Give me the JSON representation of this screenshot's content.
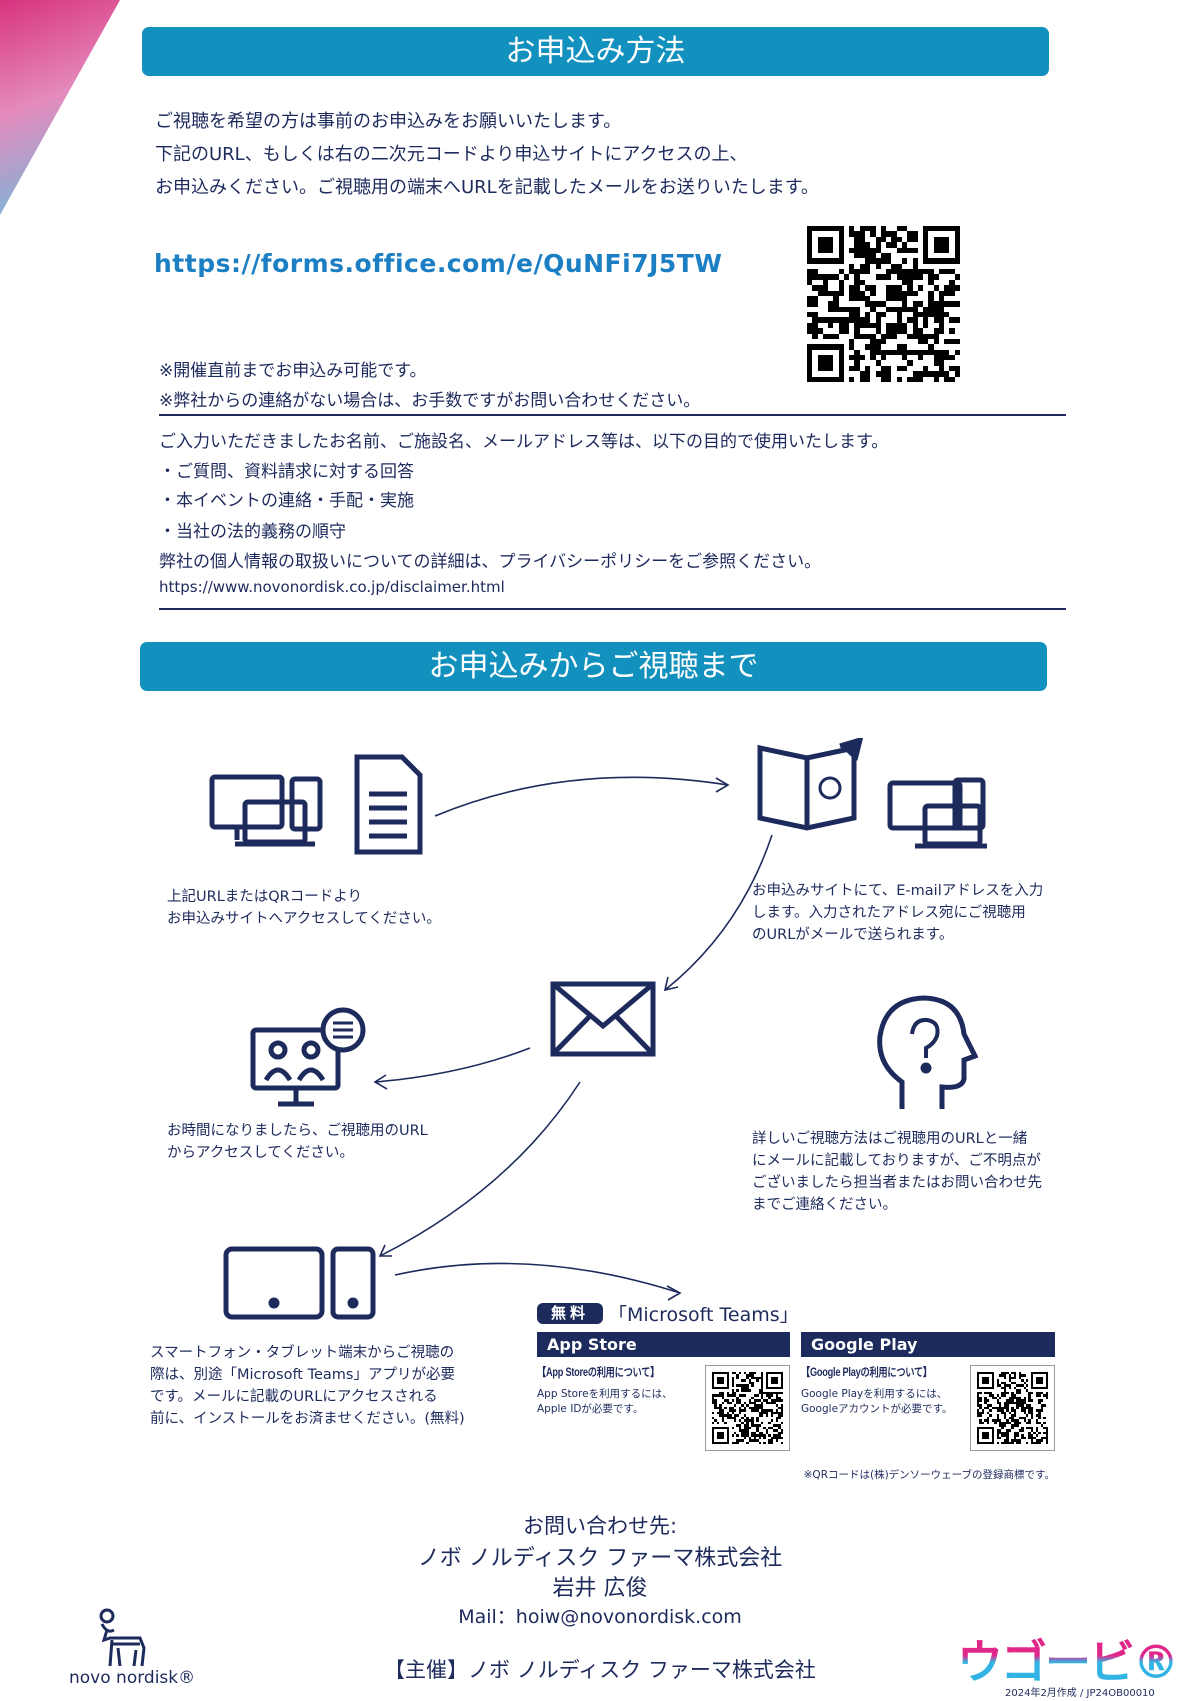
{
  "section1": {
    "title": "お申込み方法",
    "intro": [
      "ご視聴を希望の方は事前のお申込みをお願いいたします。",
      "下記のURL、もしくは右の二次元コードより申込サイトにアクセスの上、",
      "お申込みください。ご視聴用の端末へURLを記載したメールをお送りいたします。"
    ],
    "url": "https://forms.office.com/e/QuNFi7J5TW",
    "notes": [
      "※開催直前までお申込み可能です。",
      "※弊社からの連絡がない場合は、お手数ですがお問い合わせください。"
    ],
    "privacy": [
      "ご入力いただきましたお名前、ご施設名、メールアドレス等は、以下の目的で使用いたします。",
      "・ご質問、資料請求に対する回答",
      "・本イベントの連絡・手配・実施",
      "・当社の法的義務の順守",
      "弊社の個人情報の取扱いについての詳細は、プライバシーポリシーをご参照ください。"
    ],
    "privacy_url": "https://www.novonordisk.co.jp/disclaimer.html"
  },
  "section2": {
    "title": "お申込みからご視聴まで",
    "step1": [
      "上記URLまたはQRコードより",
      "お申込みサイトへアクセスしてください。"
    ],
    "step2": [
      "お申込みサイトにて、E-mailアドレスを入力",
      "します。入力されたアドレス宛にご視聴用",
      "のURLがメールで送られます。"
    ],
    "step3": [
      "お時間になりましたら、ご視聴用のURL",
      "からアクセスしてください。"
    ],
    "step4": [
      "詳しいご視聴方法はご視聴用のURLと一緒",
      "にメールに記載しておりますが、ご不明点が",
      "ございましたら担当者またはお問い合わせ先",
      "までご連絡ください。"
    ],
    "step5": [
      "スマートフォン・タブレット端末からご視聴の",
      "際は、別途「Microsoft Teams」アプリが必要",
      "です。メールに記載のURLにアクセスされる",
      "前に、インストールをお済ませください。(無料)"
    ],
    "free_badge": "無料",
    "app_name": "「Microsoft Teams」",
    "appstore": {
      "label": "App Store",
      "heading": "【App Storeの利用について】",
      "text": [
        "App Storeを利用するには、",
        "Apple IDが必要です。"
      ]
    },
    "googleplay": {
      "label": "Google Play",
      "heading": "【Google Playの利用について】",
      "text": [
        "Google Playを利用するには、",
        "Googleアカウントが必要です。"
      ]
    },
    "qr_note": "※QRコードは(株)デンソーウェーブの登録商標です。"
  },
  "contact": {
    "heading": "お問い合わせ先:",
    "company": "ノボ ノルディスク ファーマ株式会社",
    "person": "岩井 広俊",
    "mail": "Mail：hoiw@novonordisk.com"
  },
  "host": "【主催】ノボ ノルディスク ファーマ株式会社",
  "logo_left": "novo nordisk®",
  "logo_right": "ウゴービ®",
  "doc_code": "2024年2月作成 / JP24OB00010",
  "colors": {
    "accent": "#1391be",
    "navy": "#1d2a5c",
    "link": "#1c7fc4"
  }
}
